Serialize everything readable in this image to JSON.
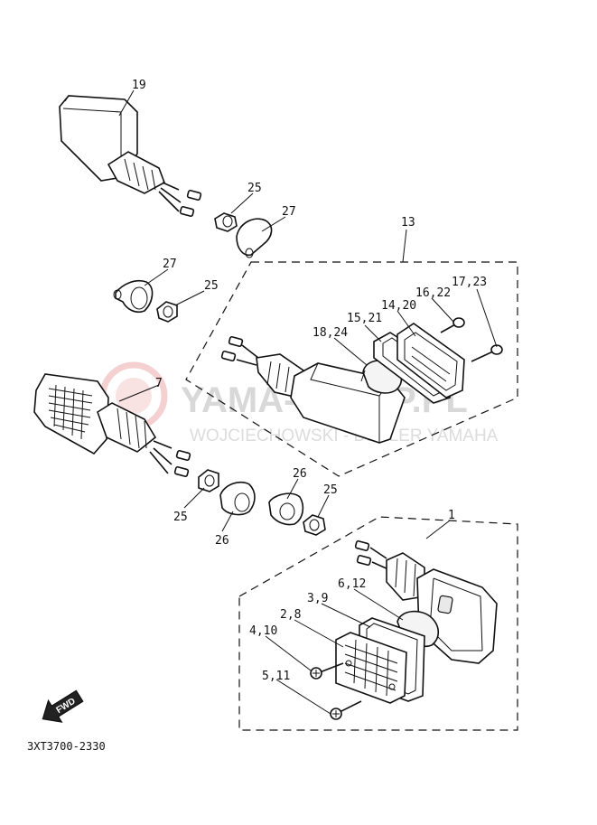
{
  "diagram": {
    "code": "3XT3700-2330",
    "watermark": {
      "main": "YAMA-SKLEP.PL",
      "sub": "WOJCIECHOWSKI - DEALER YAMAHA"
    },
    "fwd_label": "FWD",
    "callouts": [
      {
        "id": "c19",
        "text": "19"
      },
      {
        "id": "c25a",
        "text": "25"
      },
      {
        "id": "c27a",
        "text": "27"
      },
      {
        "id": "c13",
        "text": "13"
      },
      {
        "id": "c27b",
        "text": "27"
      },
      {
        "id": "c25b",
        "text": "25"
      },
      {
        "id": "c17_23",
        "text": "17,23"
      },
      {
        "id": "c16_22",
        "text": "16,22"
      },
      {
        "id": "c14_20",
        "text": "14,20"
      },
      {
        "id": "c15_21",
        "text": "15,21"
      },
      {
        "id": "c18_24",
        "text": "18,24"
      },
      {
        "id": "c7",
        "text": "7"
      },
      {
        "id": "c26a",
        "text": "26"
      },
      {
        "id": "c25c",
        "text": "25"
      },
      {
        "id": "c25d",
        "text": "25"
      },
      {
        "id": "c26b",
        "text": "26"
      },
      {
        "id": "c1",
        "text": "1"
      },
      {
        "id": "c6_12",
        "text": "6,12"
      },
      {
        "id": "c3_9",
        "text": "3,9"
      },
      {
        "id": "c2_8",
        "text": "2,8"
      },
      {
        "id": "c4_10",
        "text": "4,10"
      },
      {
        "id": "c5_11",
        "text": "5,11"
      }
    ]
  }
}
